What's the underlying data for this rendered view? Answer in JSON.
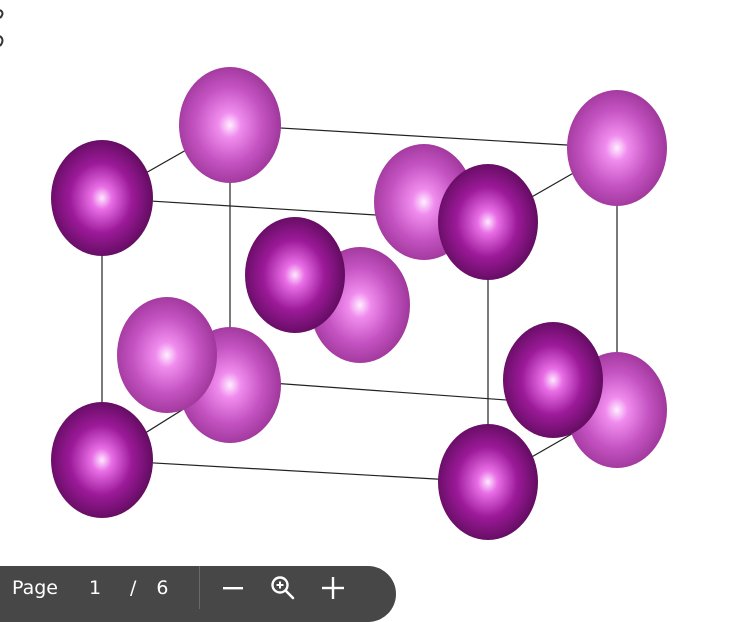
{
  "figure": {
    "description_visible_text": "",
    "atom_colors": {
      "front": "#7a0a78",
      "back": "#c452c0",
      "highlight": "#ffe6ff"
    },
    "bond_color": "#222222"
  },
  "toolbar": {
    "page_label": "Page",
    "current_page": "1",
    "separator": "/",
    "total_pages": "6",
    "zoom_out_icon": "minus-icon",
    "zoom_icon": "magnifier-plus-icon",
    "zoom_in_icon": "plus-icon"
  }
}
